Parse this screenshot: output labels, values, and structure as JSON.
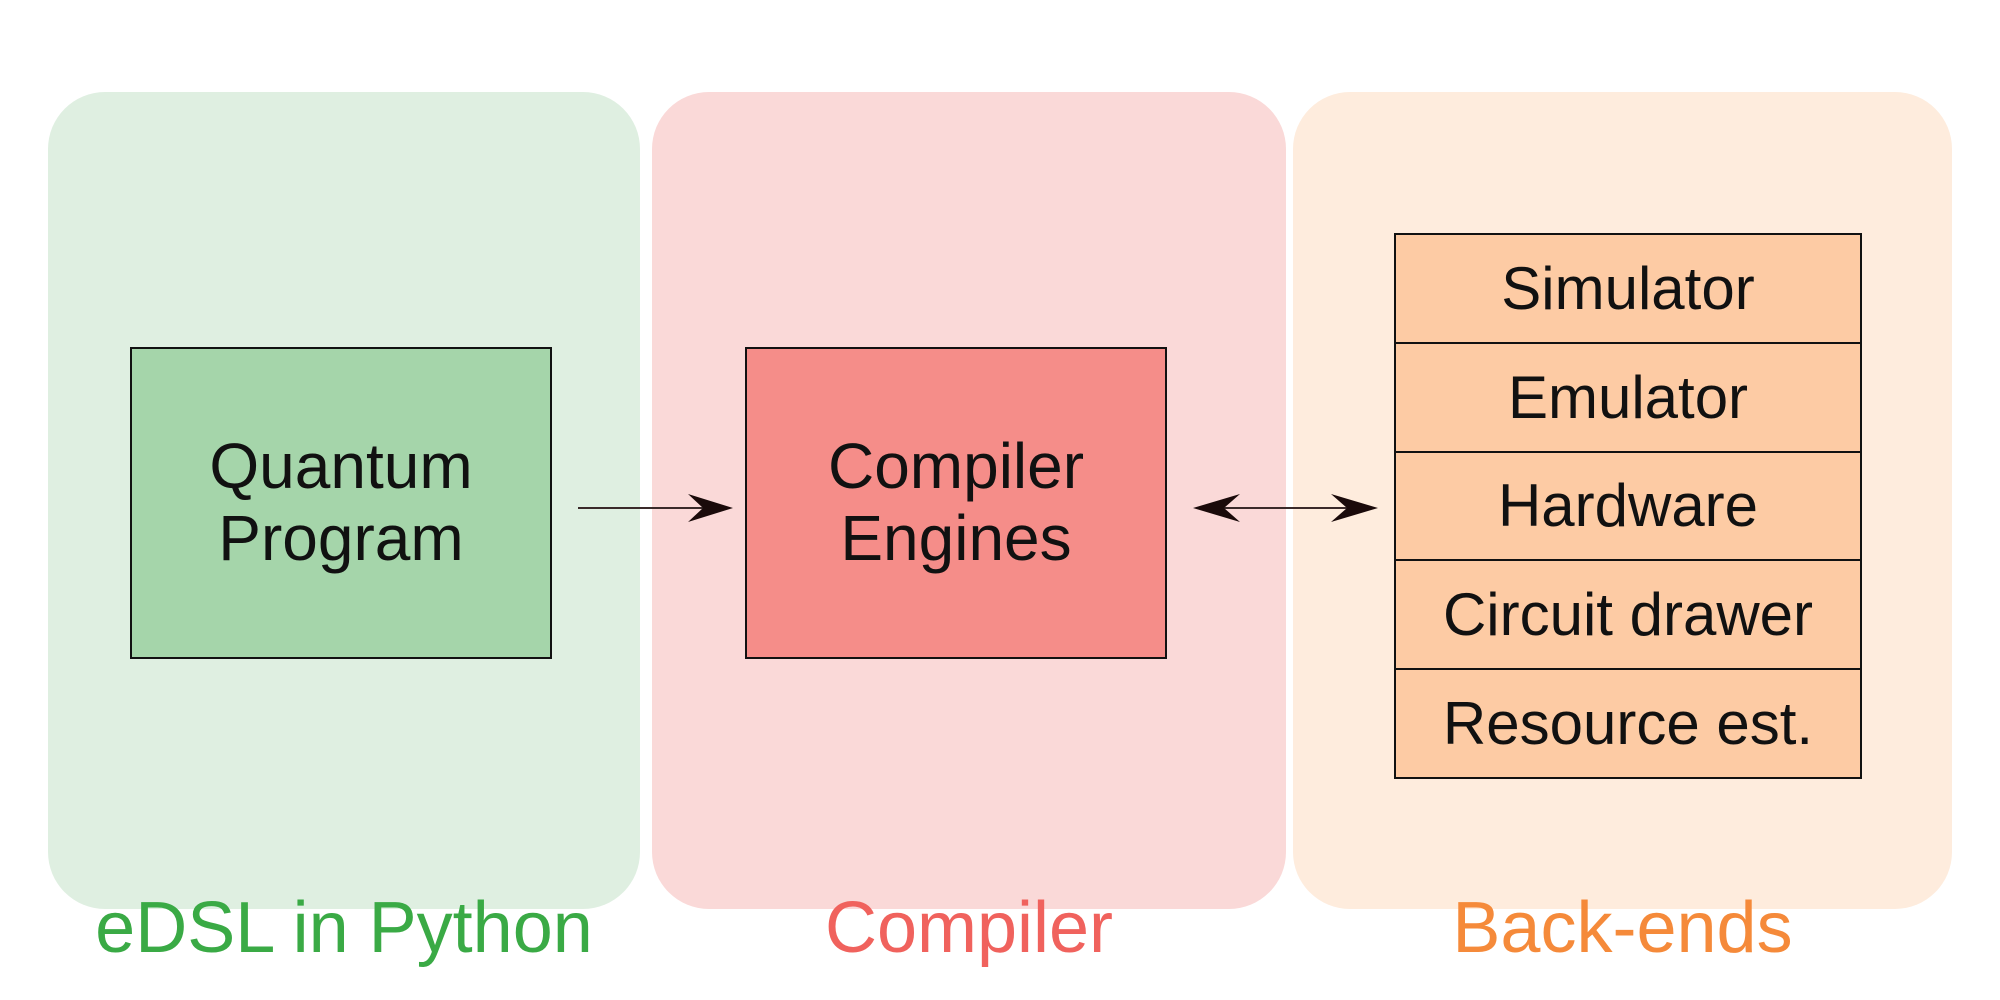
{
  "colors": {
    "python_panel": "#dfefe1",
    "python_box": "#a5d5aa",
    "python_label": "#3aaa45",
    "compiler_panel": "#fad9d8",
    "compiler_box": "#f58d89",
    "compiler_label": "#f0625d",
    "backends_panel": "#feecdd",
    "backends_box": "#fdcba4",
    "backends_label": "#f58a3a"
  },
  "panels": {
    "python": {
      "label": "eDSL in Python",
      "box_line1": "Quantum",
      "box_line2": "Program"
    },
    "compiler": {
      "label": "Compiler",
      "box_line1": "Compiler",
      "box_line2": "Engines"
    },
    "backends": {
      "label": "Back-ends",
      "items": [
        "Simulator",
        "Emulator",
        "Hardware",
        "Circuit drawer",
        "Resource est."
      ]
    }
  },
  "edges": [
    {
      "from": "Quantum Program",
      "to": "Compiler Engines",
      "direction": "forward"
    },
    {
      "from": "Compiler Engines",
      "to": "Back-ends",
      "direction": "bidirectional"
    }
  ]
}
